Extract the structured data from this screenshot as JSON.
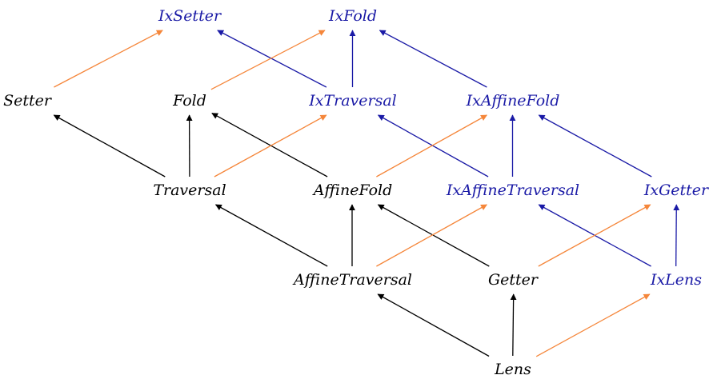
{
  "colors": {
    "plain": "#000000",
    "indexed": "#1a1aa6",
    "indexing": "#f5863a"
  },
  "nodes": {
    "ixsetter": {
      "label": "IxSetter",
      "kind": "indexed"
    },
    "ixfold": {
      "label": "IxFold",
      "kind": "indexed"
    },
    "setter": {
      "label": "Setter",
      "kind": "plain"
    },
    "fold": {
      "label": "Fold",
      "kind": "plain"
    },
    "ixtraversal": {
      "label": "IxTraversal",
      "kind": "indexed"
    },
    "ixaffinefold": {
      "label": "IxAffineFold",
      "kind": "indexed"
    },
    "traversal": {
      "label": "Traversal",
      "kind": "plain"
    },
    "affinefold": {
      "label": "AffineFold",
      "kind": "plain"
    },
    "ixaffinetraversal": {
      "label": "IxAffineTraversal",
      "kind": "indexed"
    },
    "ixgetter": {
      "label": "IxGetter",
      "kind": "indexed"
    },
    "affinetraversal": {
      "label": "AffineTraversal",
      "kind": "plain"
    },
    "getter": {
      "label": "Getter",
      "kind": "plain"
    },
    "ixlens": {
      "label": "IxLens",
      "kind": "indexed"
    },
    "lens": {
      "label": "Lens",
      "kind": "plain"
    }
  },
  "edges": [
    {
      "from": "traversal",
      "to": "setter",
      "kind": "plain"
    },
    {
      "from": "traversal",
      "to": "fold",
      "kind": "plain"
    },
    {
      "from": "affinefold",
      "to": "fold",
      "kind": "plain"
    },
    {
      "from": "affinetraversal",
      "to": "traversal",
      "kind": "plain"
    },
    {
      "from": "affinetraversal",
      "to": "affinefold",
      "kind": "plain"
    },
    {
      "from": "getter",
      "to": "affinefold",
      "kind": "plain"
    },
    {
      "from": "lens",
      "to": "affinetraversal",
      "kind": "plain"
    },
    {
      "from": "lens",
      "to": "getter",
      "kind": "plain"
    },
    {
      "from": "ixtraversal",
      "to": "ixsetter",
      "kind": "indexed"
    },
    {
      "from": "ixtraversal",
      "to": "ixfold",
      "kind": "indexed"
    },
    {
      "from": "ixaffinefold",
      "to": "ixfold",
      "kind": "indexed"
    },
    {
      "from": "ixaffinetraversal",
      "to": "ixtraversal",
      "kind": "indexed"
    },
    {
      "from": "ixaffinetraversal",
      "to": "ixaffinefold",
      "kind": "indexed"
    },
    {
      "from": "ixgetter",
      "to": "ixaffinefold",
      "kind": "indexed"
    },
    {
      "from": "ixlens",
      "to": "ixaffinetraversal",
      "kind": "indexed"
    },
    {
      "from": "ixlens",
      "to": "ixgetter",
      "kind": "indexed"
    },
    {
      "from": "setter",
      "to": "ixsetter",
      "kind": "indexing"
    },
    {
      "from": "fold",
      "to": "ixfold",
      "kind": "indexing"
    },
    {
      "from": "traversal",
      "to": "ixtraversal",
      "kind": "indexing"
    },
    {
      "from": "affinefold",
      "to": "ixaffinefold",
      "kind": "indexing"
    },
    {
      "from": "affinetraversal",
      "to": "ixaffinetraversal",
      "kind": "indexing"
    },
    {
      "from": "getter",
      "to": "ixgetter",
      "kind": "indexing"
    },
    {
      "from": "lens",
      "to": "ixlens",
      "kind": "indexing"
    }
  ]
}
